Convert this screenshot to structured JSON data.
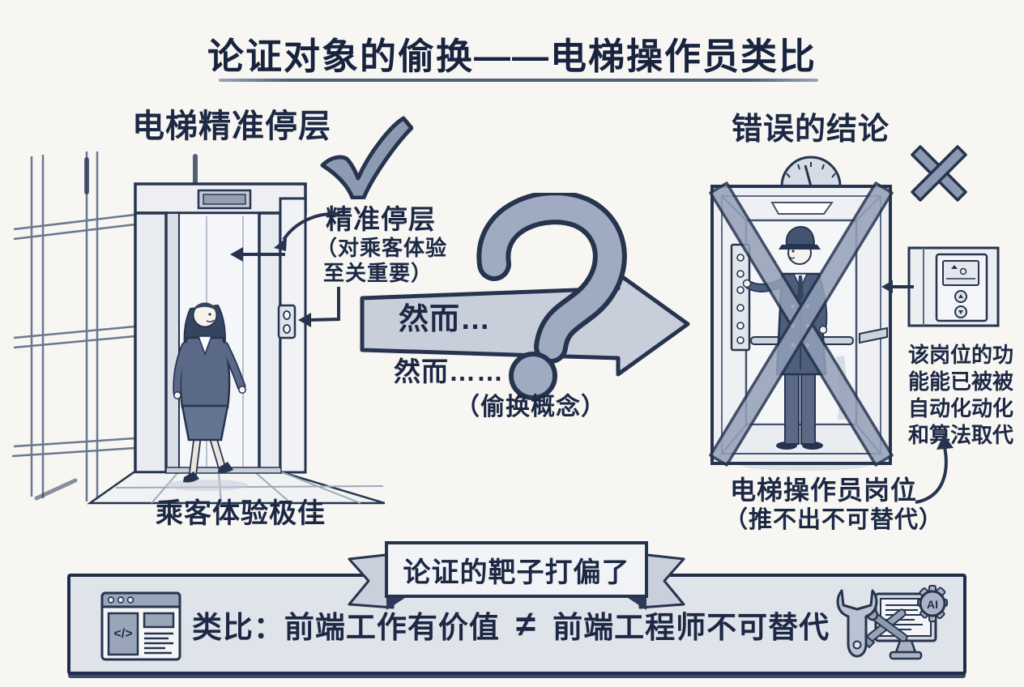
{
  "title": "论证对象的偷换——电梯操作员类比",
  "left": {
    "heading": "电梯精准停层",
    "annotation_title": "精准停层",
    "annotation_line1": "（对乘客体验",
    "annotation_line2": "至关重要）",
    "caption": "乘客体验极佳"
  },
  "center": {
    "however_top": "然而…",
    "however_bottom": "然而……",
    "note": "（偷换概念）"
  },
  "right": {
    "heading": "错误的结论",
    "note_lines": [
      "该岗位的功",
      "能能已被被",
      "自动化动化",
      "和算法取代"
    ],
    "label": "电梯操作员岗位",
    "sublabel": "（推不出不可替代）"
  },
  "banner": {
    "text": "论证的靶子打偏了"
  },
  "footer": {
    "left_text": "类比：前端工作有价值",
    "neq": "≠",
    "right_text": "前端工程师不可替代",
    "code_glyph": "</>",
    "ai_label": "AI"
  },
  "icons": [
    "check-icon",
    "cross-icon",
    "question-mark-icon",
    "flow-arrow-icon",
    "floor-indicator-dial-icon",
    "call-panel-icon",
    "ribbon-banner",
    "browser-code-icon",
    "wrench-icon",
    "monitor-icon",
    "ai-gear-icon",
    "curved-arrow-icon"
  ],
  "colors": {
    "ink": "#1f2d4a",
    "paper": "#f7f6f2",
    "fill_light": "#eef0f3",
    "fill_mid": "#c8cfdb",
    "fill_gray": "#93a0b8",
    "suit": "#4e5e7c",
    "bar_bg": "#dfe3ea"
  }
}
